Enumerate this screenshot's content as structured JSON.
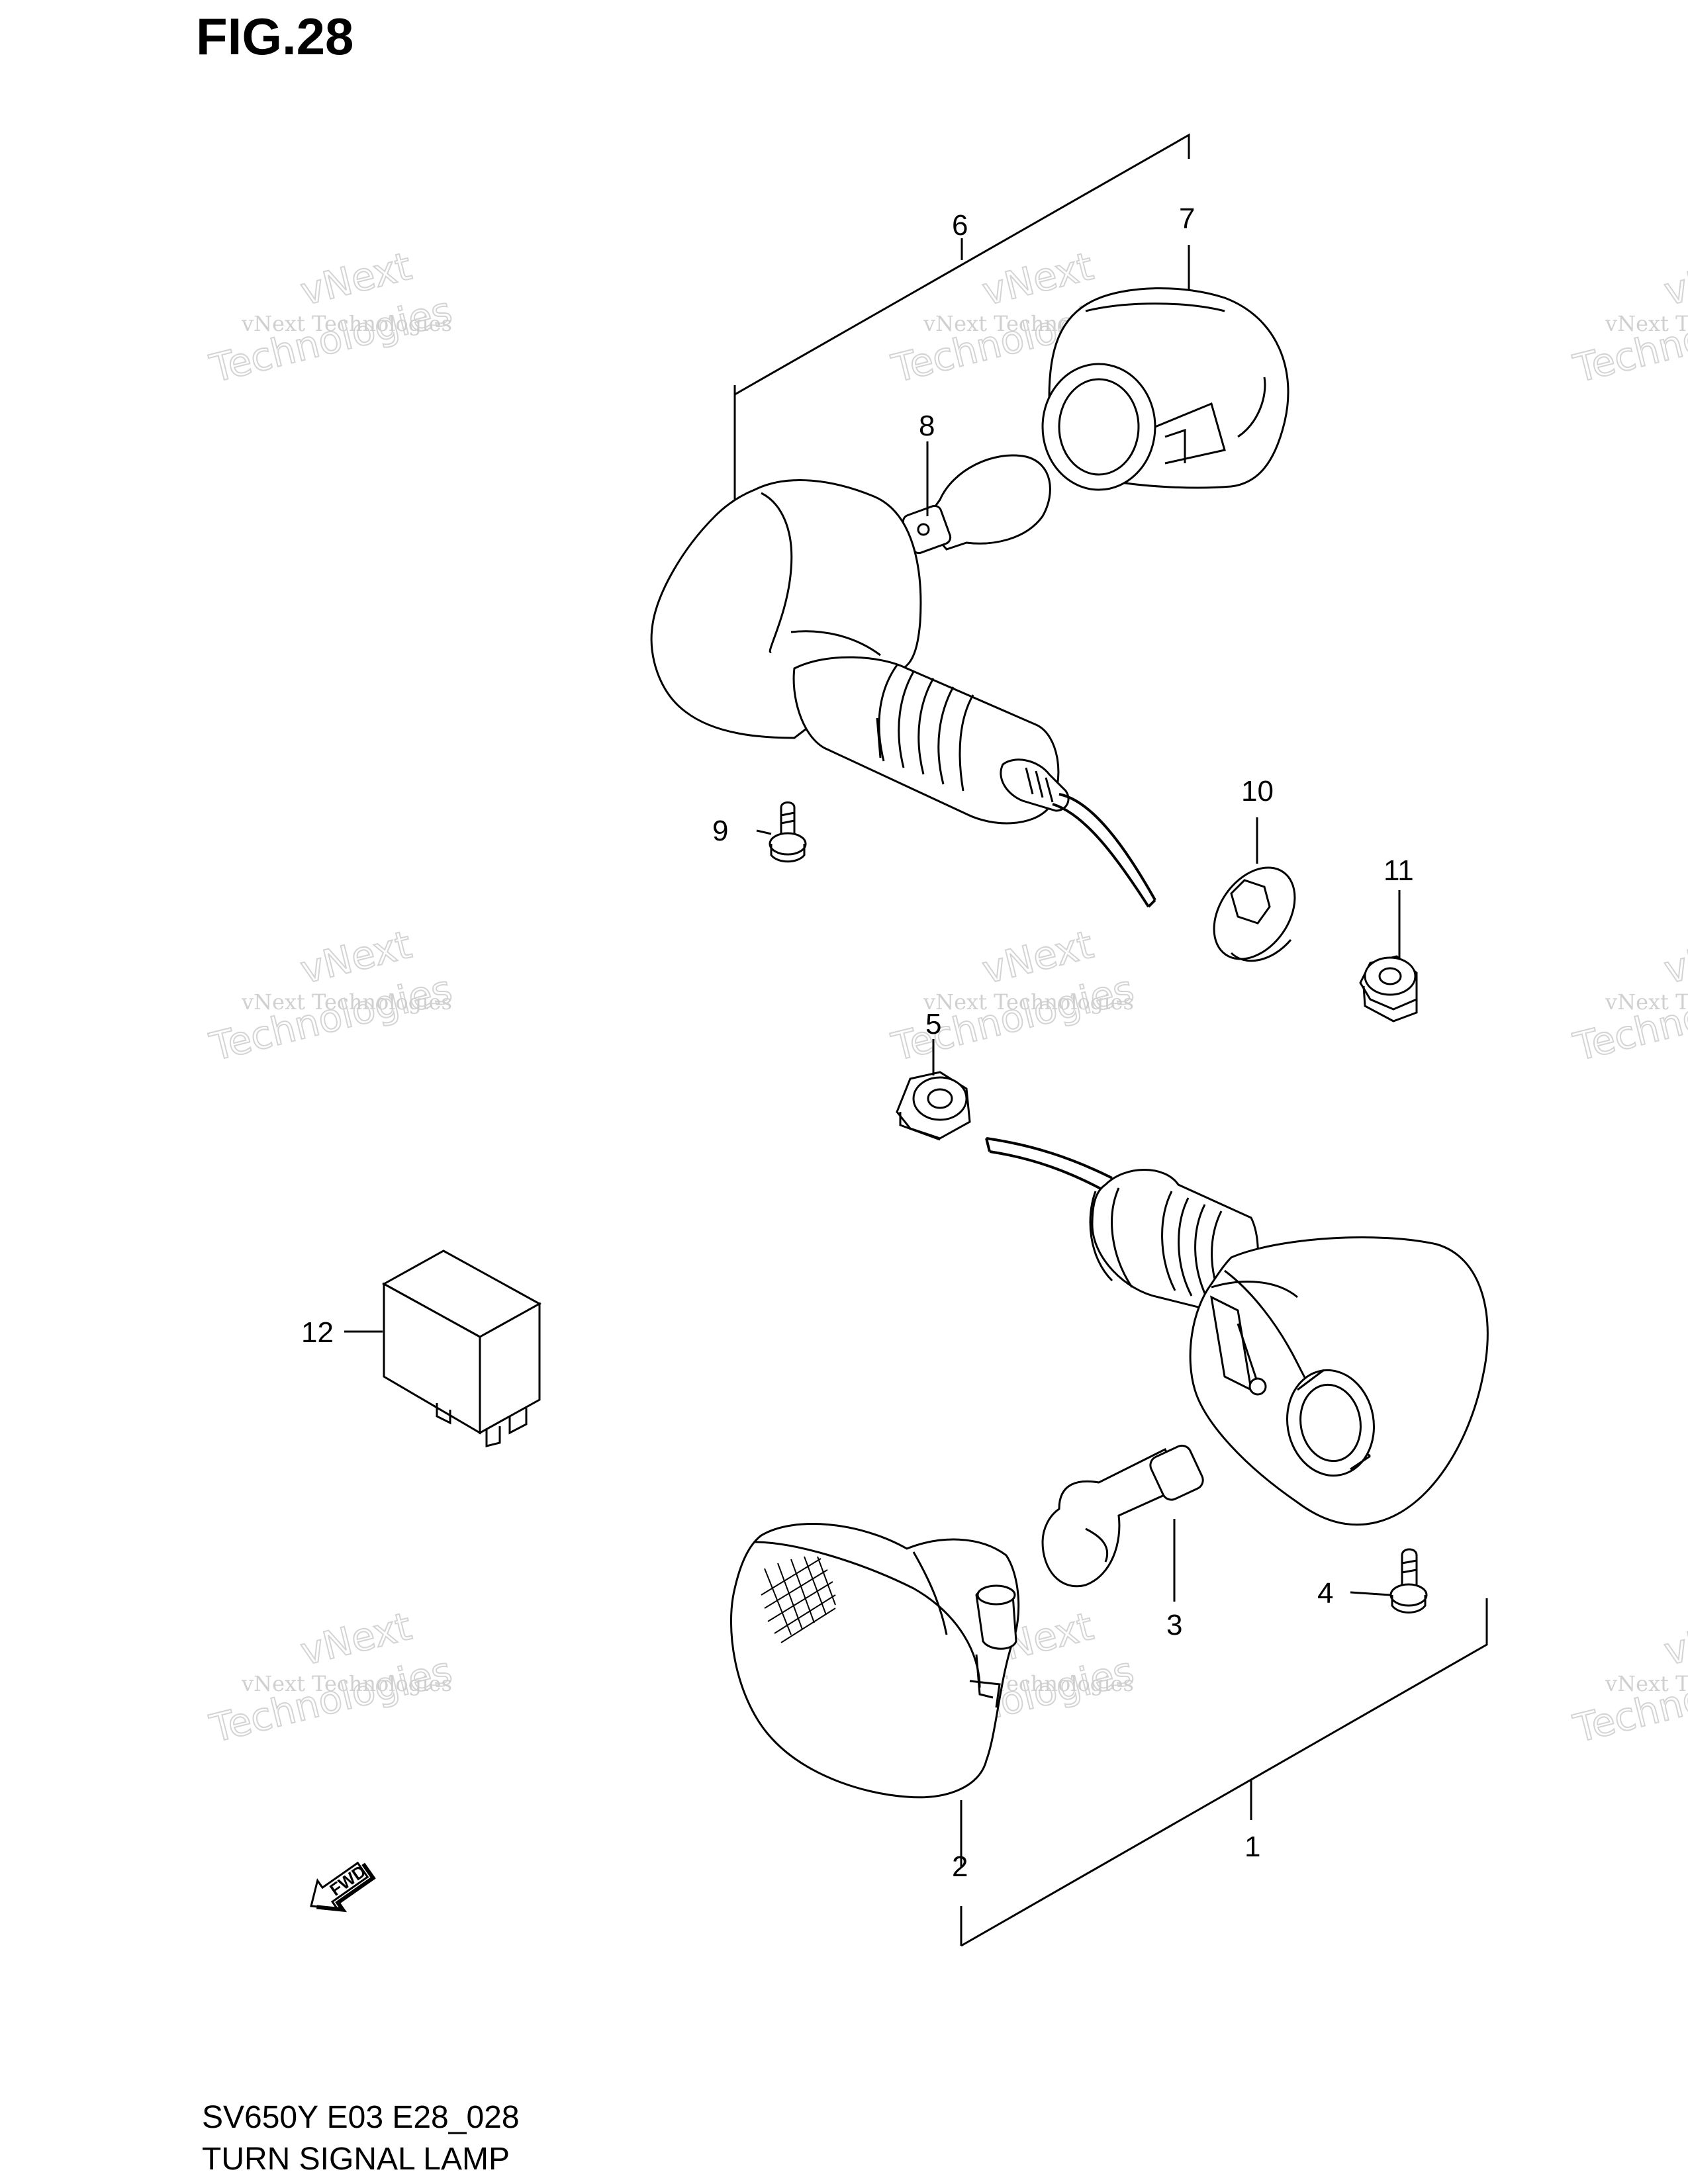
{
  "figure": {
    "title": "FIG.28"
  },
  "callouts": [
    {
      "id": "1",
      "label": "1"
    },
    {
      "id": "2",
      "label": "2"
    },
    {
      "id": "3",
      "label": "3"
    },
    {
      "id": "4",
      "label": "4"
    },
    {
      "id": "5",
      "label": "5"
    },
    {
      "id": "6",
      "label": "6"
    },
    {
      "id": "7",
      "label": "7"
    },
    {
      "id": "8",
      "label": "8"
    },
    {
      "id": "9",
      "label": "9"
    },
    {
      "id": "10",
      "label": "10"
    },
    {
      "id": "11",
      "label": "11"
    },
    {
      "id": "12",
      "label": "12"
    }
  ],
  "fwd_label": "FWD",
  "footer": {
    "model_code": "SV650Y E03 E28_028",
    "caption": "TURN SIGNAL LAMP"
  },
  "watermark": {
    "line_small": "vNext Technologies",
    "line_big_a": "vNext",
    "line_big_b": "Technologies"
  }
}
